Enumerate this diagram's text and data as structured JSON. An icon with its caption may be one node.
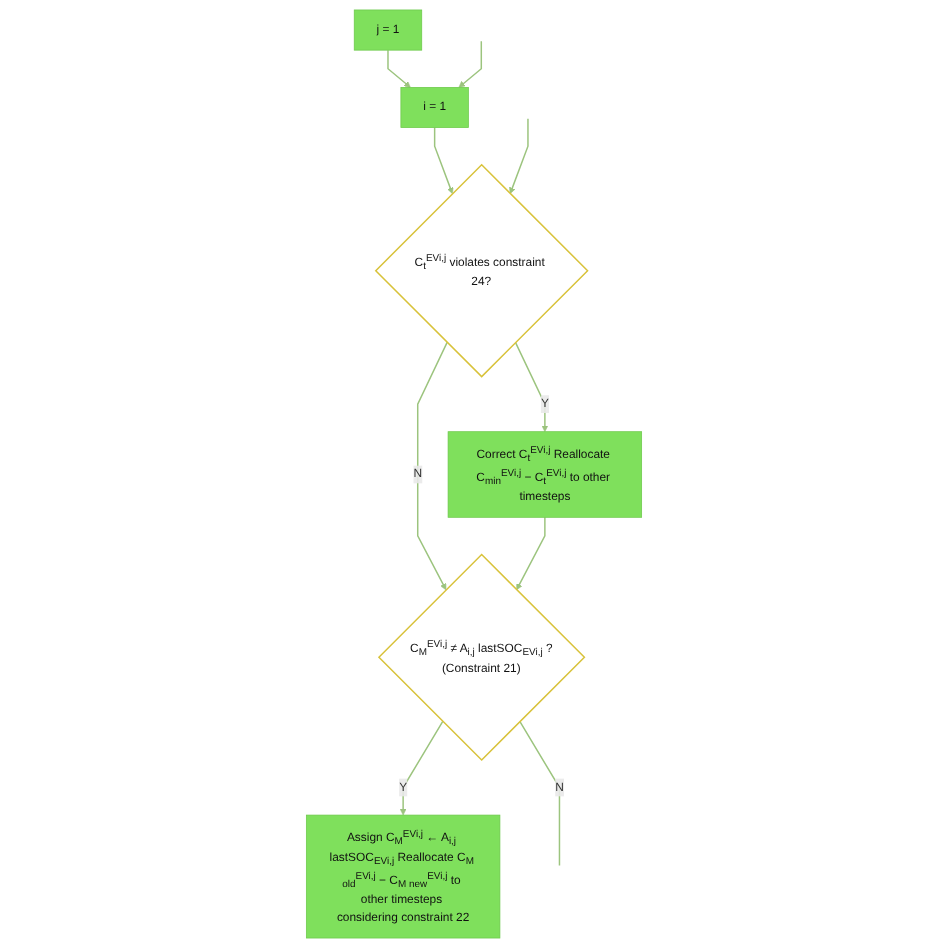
{
  "diagram": {
    "nodes": [
      {
        "text": [
          "j = 1"
        ]
      },
      {
        "text": [
          "i = 1"
        ]
      },
      {
        "text": [
          "C$_{t}$$^{EVi,j}$ violates constraint 24?"
        ]
      },
      {
        "text": [
          "Correct C$_{t}$$^{EVi,j}$ Reallocate C$_{min}$$^{EVi,j}$ − C$_{t}$$^{EVi,j}$ to other timesteps"
        ]
      },
      {
        "text": [
          "C$_{M}$$^{EVi,j}$ ≠ A$_{i,j}$ lastSOC$_{EVi,j}$ ?",
          "(Constraint 21)"
        ]
      },
      {
        "text": [
          "Assign C$_{M}$$^{EVi,j}$ ← A$_{i,j}$ lastSOC$_{EVi,j}$ Reallocate C$_{M old}$$^{EVi,j}$ − C$_{M new}$$^{EVi,j}$ to other timesteps considering constraint 22"
        ]
      }
    ],
    "edges": [
      {
        "from": 0,
        "to": 1,
        "arrow": "to"
      },
      {
        "from": null,
        "to": 1,
        "arrow": "to"
      },
      {
        "from": 1,
        "to": 2,
        "arrow": "to"
      },
      {
        "from": null,
        "to": 2,
        "arrow": "to"
      },
      {
        "from": 2,
        "to": 3,
        "arrow": "to",
        "label": "Y"
      },
      {
        "from": 2,
        "to": 4,
        "arrow": "to",
        "label": "N"
      },
      {
        "from": 3,
        "to": 4,
        "arrow": "to"
      },
      {
        "from": 4,
        "to": 5,
        "arrow": "to",
        "label": "Y"
      },
      {
        "from": 4,
        "to": null,
        "arrow": "none",
        "label": "N"
      }
    ]
  }
}
